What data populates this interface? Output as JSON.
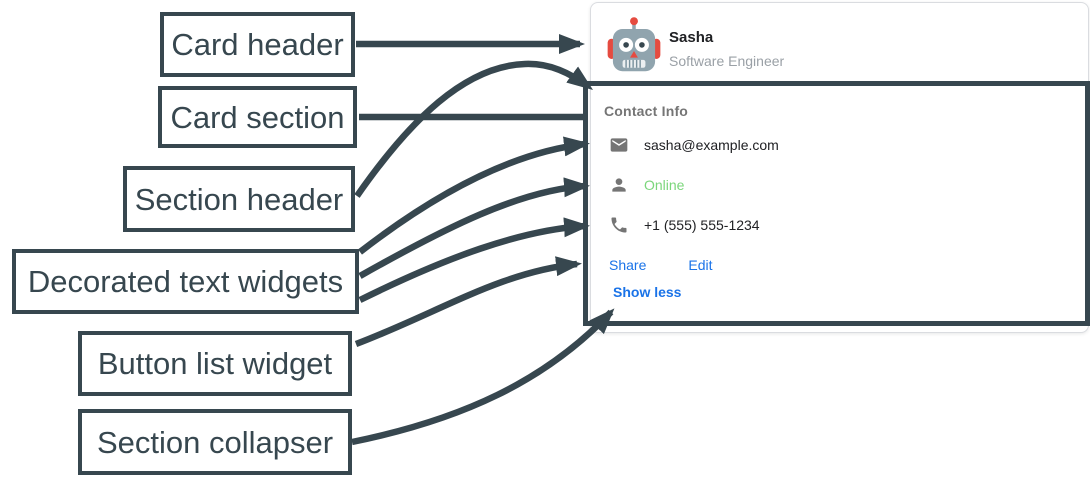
{
  "annotations": {
    "items": [
      {
        "label": "Card header",
        "target": "card-header"
      },
      {
        "label": "Card section",
        "target": "card-section"
      },
      {
        "label": "Section header",
        "target": "section-header"
      },
      {
        "label": "Decorated text widgets",
        "target": "decorated-text-rows"
      },
      {
        "label": "Button list widget",
        "target": "button-list"
      },
      {
        "label": "Section collapser",
        "target": "section-collapser"
      }
    ]
  },
  "card": {
    "header": {
      "avatar_icon": "robot-avatar",
      "name": "Sasha",
      "role": "Software Engineer"
    },
    "section": {
      "title": "Contact Info",
      "rows": [
        {
          "icon": "mail-icon",
          "text": "sasha@example.com",
          "color": "#202124"
        },
        {
          "icon": "person-icon",
          "text": "Online",
          "color": "#7bd67b"
        },
        {
          "icon": "phone-icon",
          "text": "+1 (555) 555-1234",
          "color": "#202124"
        }
      ],
      "buttons": [
        {
          "label": "Share"
        },
        {
          "label": "Edit"
        }
      ],
      "collapser": "Show less"
    }
  },
  "colors": {
    "annotation_dark": "#37474f",
    "link_blue": "#1a73e8",
    "online_green": "#7bd67b",
    "muted_gray": "#757575",
    "icon_gray": "#757575",
    "text_dark": "#202124",
    "card_border": "#dadce0"
  }
}
